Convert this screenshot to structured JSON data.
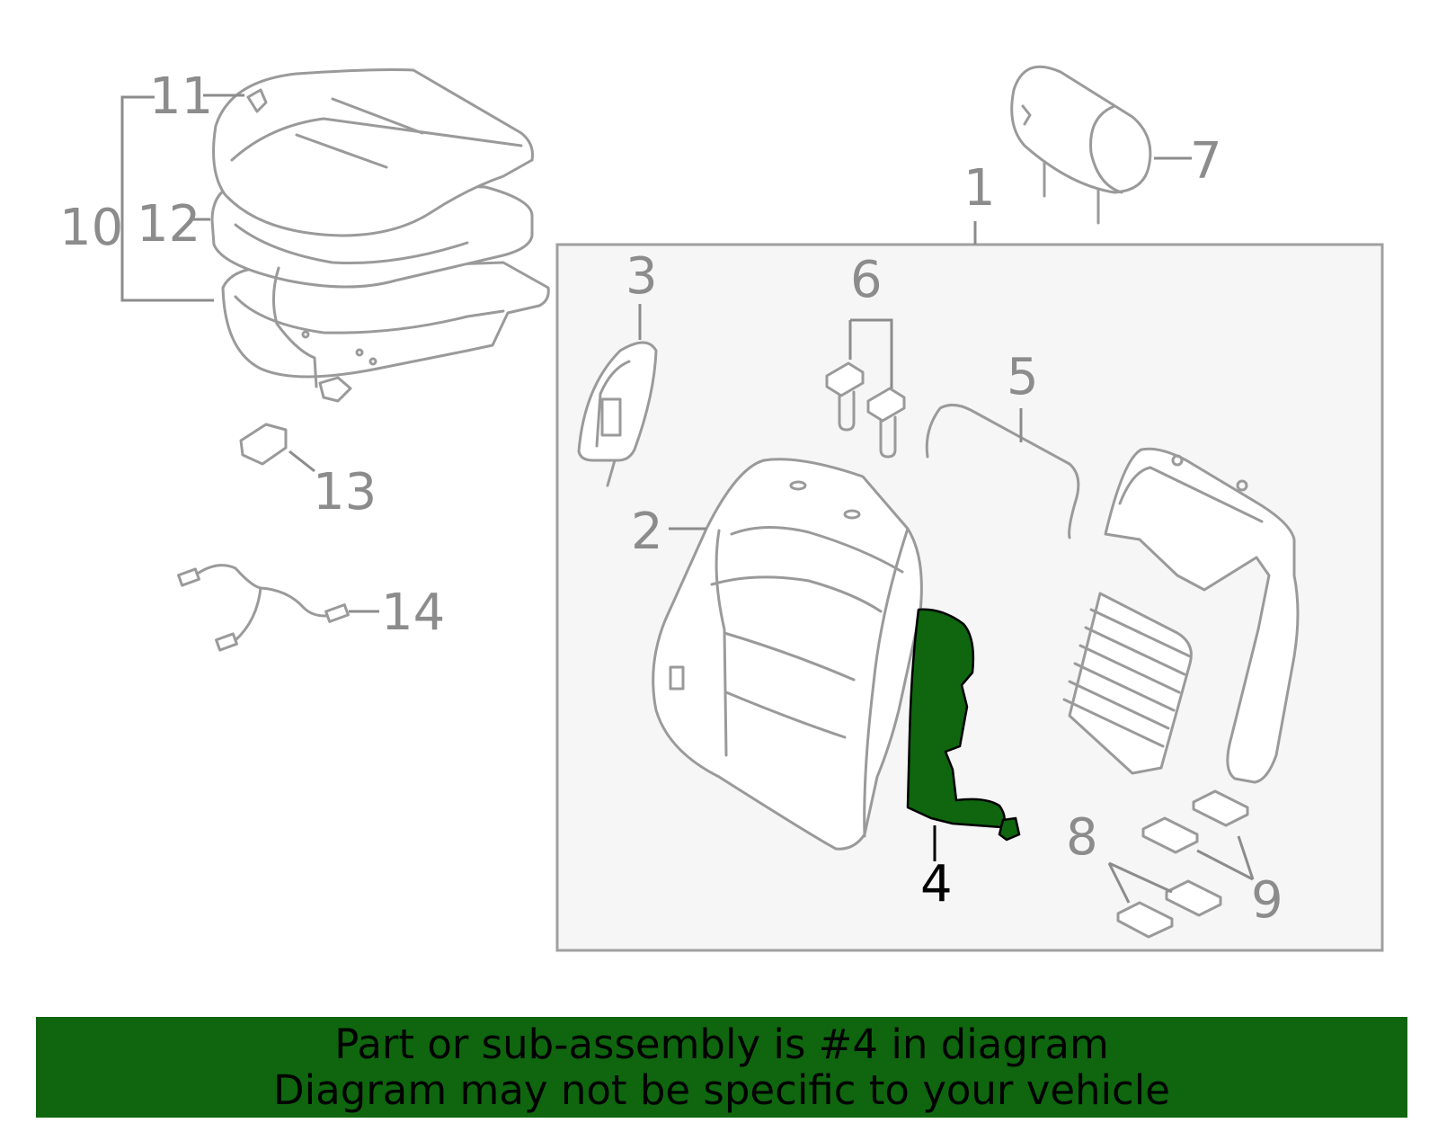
{
  "diagram": {
    "callouts": {
      "c1": "1",
      "c2": "2",
      "c3": "3",
      "c4": "4",
      "c5": "5",
      "c6": "6",
      "c7": "7",
      "c8": "8",
      "c9": "9",
      "c10": "10",
      "c11": "11",
      "c12": "12",
      "c13": "13",
      "c14": "14"
    },
    "highlighted_part": "4",
    "colors": {
      "highlight": "#0f660f",
      "line": "#9a9a9a",
      "label": "#8c8c8c",
      "box_fill": "#f6f6f6",
      "box_stroke": "#a0a0a0"
    }
  },
  "banner": {
    "line1": "Part or sub-assembly is #4 in diagram",
    "line2": "Diagram may not be specific to your vehicle"
  }
}
